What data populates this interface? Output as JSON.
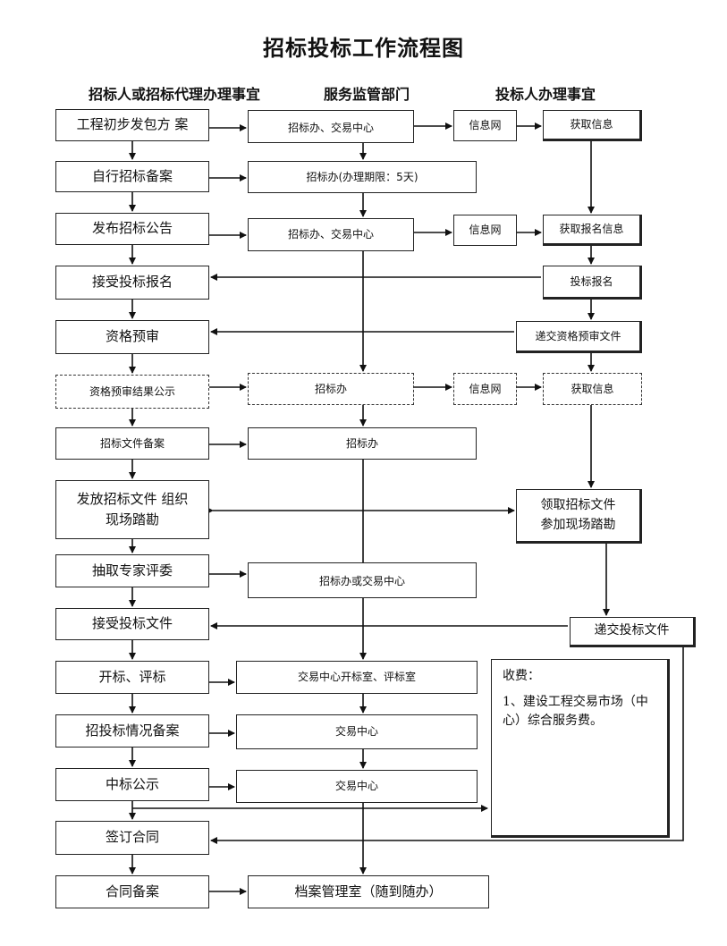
{
  "title": "招标投标工作流程图",
  "columns": {
    "left": "招标人或招标代理办理事宜",
    "middle": "服务监管部门",
    "right": "投标人办理事宜"
  },
  "left": {
    "l1": "工程初步发包方  案",
    "l2": "自行招标备案",
    "l3": "发布招标公告",
    "l4": "接受投标报名",
    "l5": "资格预审",
    "l6": "资格预审结果公示",
    "l7": "招标文件备案",
    "l8_line1": "发放招标文件 组织",
    "l8_line2": "现场踏勘",
    "l9": "抽取专家评委",
    "l10": "接受投标文件",
    "l11": "开标、评标",
    "l12": "招投标情况备案",
    "l13": "中标公示",
    "l14": "签订合同",
    "l15": "合同备案"
  },
  "middle": {
    "m1": "招标办、交易中心",
    "m2": "招标办(办理期限：5天)",
    "m3": "招标办、交易中心",
    "m6": "招标办",
    "m7": "招标办",
    "m9": "招标办或交易中心",
    "m11": "交易中心开标室、评标室",
    "m12": "交易中心",
    "m13": "交易中心",
    "m15": "档案管理室（随到随办）"
  },
  "info": {
    "i1": "信息网",
    "i3": "信息网",
    "i6": "信息网"
  },
  "right": {
    "r1": "获取信息",
    "r3": "获取报名信息",
    "r4": "投标报名",
    "r5": "递交资格预审文件",
    "r6": "获取信息",
    "r8_line1": "领取招标文件",
    "r8_line2": "参加现场踏勘",
    "r10": "递交投标文件"
  },
  "notes": {
    "title": "收费：",
    "item1": "1、建设工程交易市场（中心）综合服务费。"
  }
}
